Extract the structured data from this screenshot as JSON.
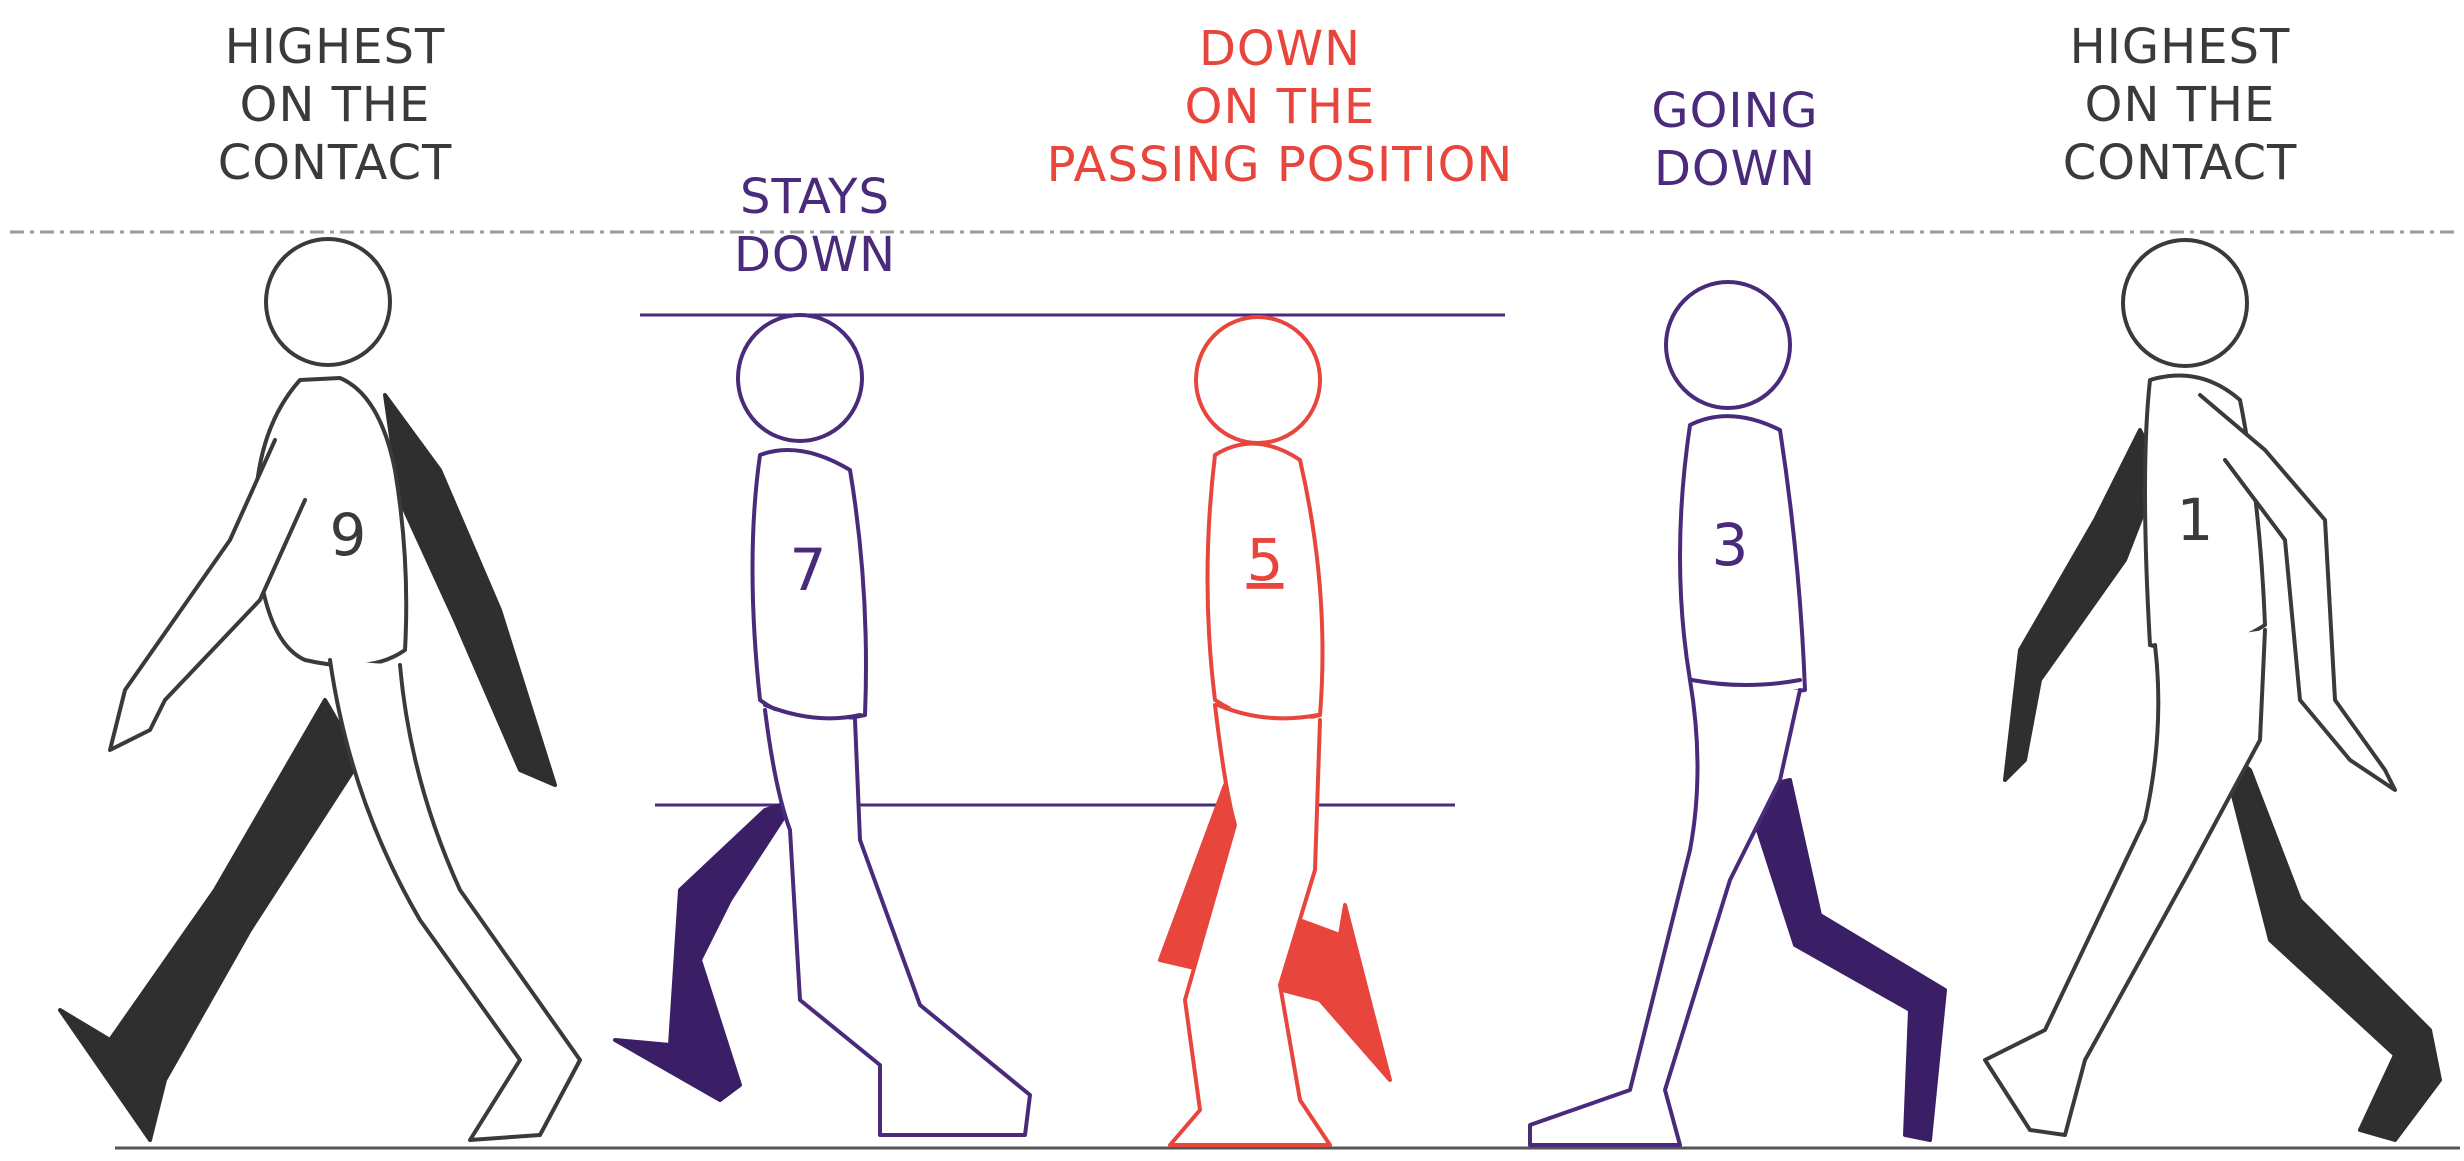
{
  "figures": [
    {
      "number": "9",
      "caption": [
        "HIGHEST",
        "ON THE",
        "CONTACT"
      ],
      "color": "#3a3a3a"
    },
    {
      "number": "7",
      "caption": [
        "STAYS",
        "DOWN"
      ],
      "color": "#4a2a7a"
    },
    {
      "number": "5",
      "caption": [
        "DOWN",
        "ON THE",
        "PASSING POSITION"
      ],
      "color": "#e8453c"
    },
    {
      "number": "3",
      "caption": [
        "GOING",
        "DOWN"
      ],
      "color": "#4a2a7a"
    },
    {
      "number": "1",
      "caption": [
        "HIGHEST",
        "ON THE",
        "CONTACT"
      ],
      "color": "#3a3a3a"
    }
  ],
  "colors": {
    "pencil_grey": "#3a3a3a",
    "purple": "#4a2a7a",
    "red": "#e8453c",
    "dashed_line": "#9a9a9a"
  }
}
